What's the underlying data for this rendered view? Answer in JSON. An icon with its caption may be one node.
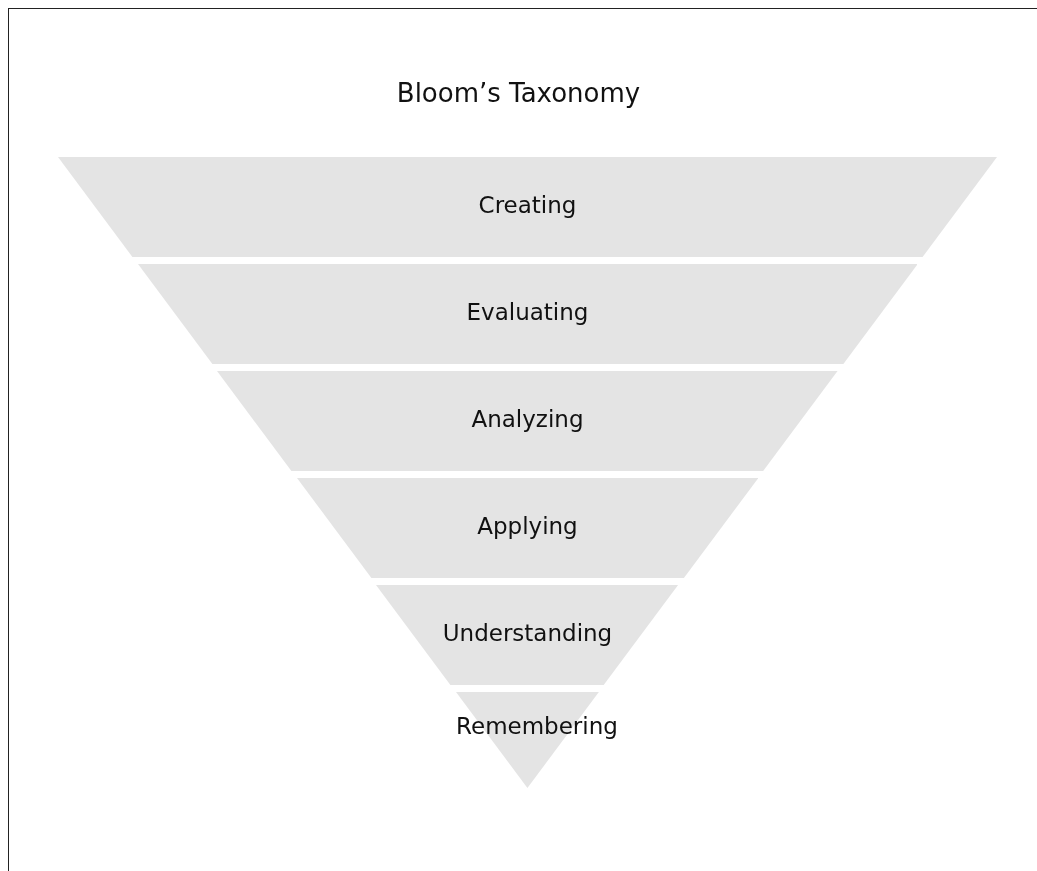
{
  "diagram": {
    "title": "Bloom’s Taxonomy",
    "nodes": [
      {
        "text": [
          "Creating"
        ]
      },
      {
        "text": [
          "Evaluating"
        ]
      },
      {
        "text": [
          "Analyzing"
        ]
      },
      {
        "text": [
          "Applying"
        ]
      },
      {
        "text": [
          "Understanding"
        ]
      },
      {
        "text": [
          "Remembering"
        ]
      }
    ],
    "edges": []
  }
}
